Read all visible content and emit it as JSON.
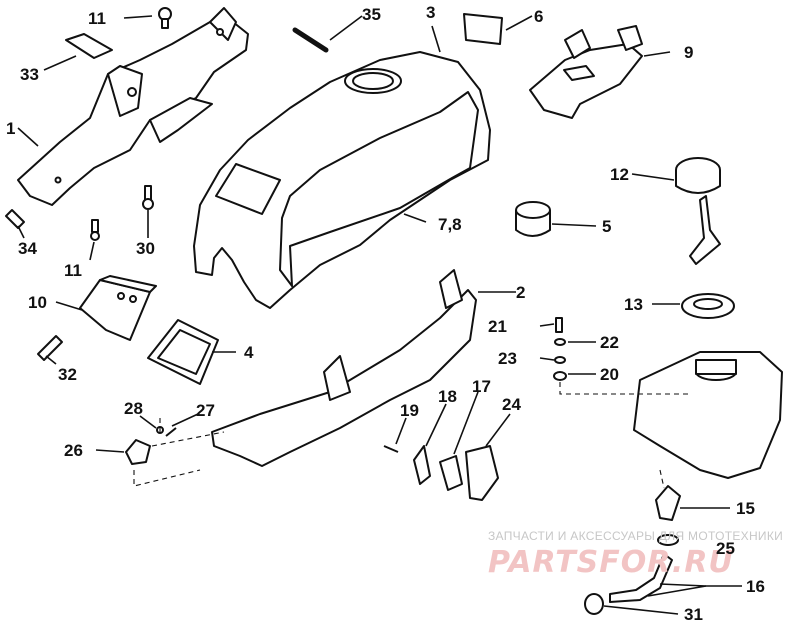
{
  "diagram": {
    "callouts": [
      "1",
      "2",
      "3",
      "4",
      "5",
      "6",
      "7,8",
      "9",
      "10",
      "11",
      "11",
      "12",
      "13",
      "15",
      "16",
      "17",
      "18",
      "19",
      "20",
      "21",
      "22",
      "23",
      "24",
      "25",
      "26",
      "27",
      "28",
      "30",
      "31",
      "32",
      "33",
      "34",
      "35"
    ]
  },
  "watermark": {
    "caption": "ЗАПЧАСТИ И АКСЕССУАРЫ ДЛЯ МОТОТЕХНИКИ",
    "logo": "PARTSFOR.RU"
  }
}
